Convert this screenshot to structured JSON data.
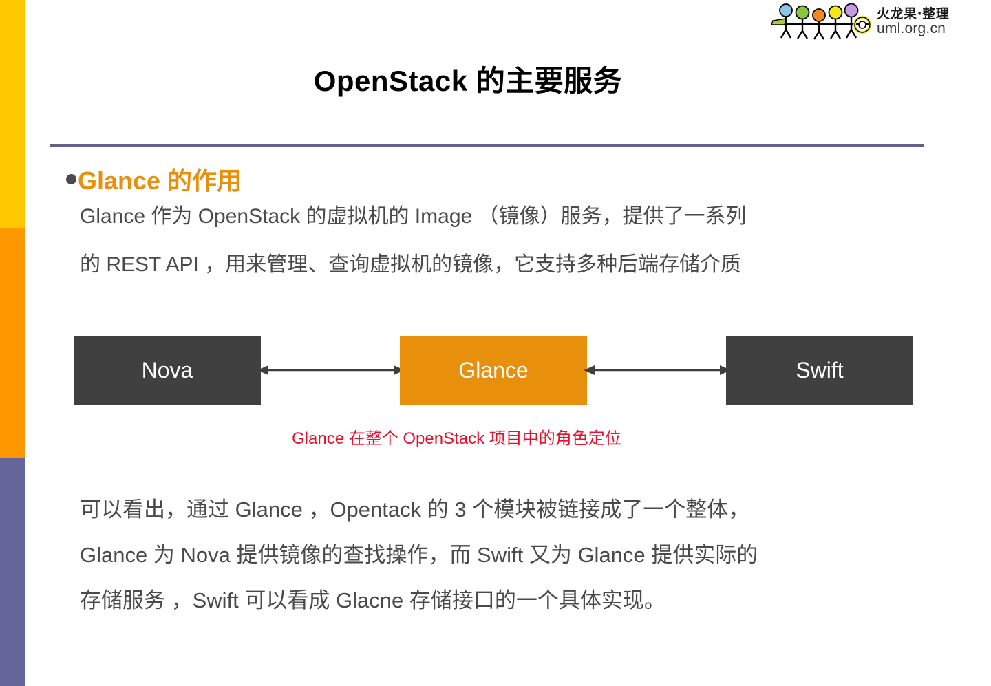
{
  "slide": {
    "title": "OpenStack 的主要服务",
    "divider_color": "#626287",
    "background": "#ffffff"
  },
  "logo": {
    "brand_cn": "火龙果·整理",
    "url": "uml.org.cn",
    "figure_head_colors": [
      "#8FC4E8",
      "#8CC63F",
      "#F08A1E",
      "#F2E81E",
      "#C79BE0"
    ],
    "flag_color": "#A6CE39",
    "ring_color": "#E8E326"
  },
  "sidebar": {
    "bands": [
      {
        "name": "band-yellow",
        "color": "#FFC800"
      },
      {
        "name": "band-orange",
        "color": "#FF9800"
      },
      {
        "name": "band-purple",
        "color": "#63659B"
      }
    ]
  },
  "content": {
    "heading": "Glance 的作用",
    "heading_color": "#E8900C",
    "paragraph_top": [
      "Glance 作为 OpenStack 的虚拟机的 Image  （镜像）服务，提供了一系列",
      "的 REST API ，用来管理、查询虚拟机的镜像，它支持多种后端存储介质"
    ],
    "paragraph_bottom": [
      "可以看出，通过 Glance  ，Opentack 的 3 个模块被链接成了一个整体，",
      "Glance 为 Nova 提供镜像的查找操作，而 Swift 又为 Glance 提供实际的",
      "存储服务 ，Swift 可以看成 Glacne 存储接口的一个具体实现。"
    ]
  },
  "diagram": {
    "caption": "Glance 在整个 OpenStack 项目中的角色定位",
    "caption_color": "#E8112D",
    "arrow_color": "#3f3f3f",
    "nodes": [
      {
        "label": "Nova",
        "fill": "#404040",
        "text_color": "#ffffff"
      },
      {
        "label": "Glance",
        "fill": "#E8900C",
        "text_color": "#ffffff"
      },
      {
        "label": "Swift",
        "fill": "#404040",
        "text_color": "#ffffff"
      }
    ],
    "connections": [
      {
        "name": "nova-glance-arrow",
        "direction": "bidirectional"
      },
      {
        "name": "glance-swift-arrow",
        "direction": "bidirectional"
      }
    ]
  }
}
